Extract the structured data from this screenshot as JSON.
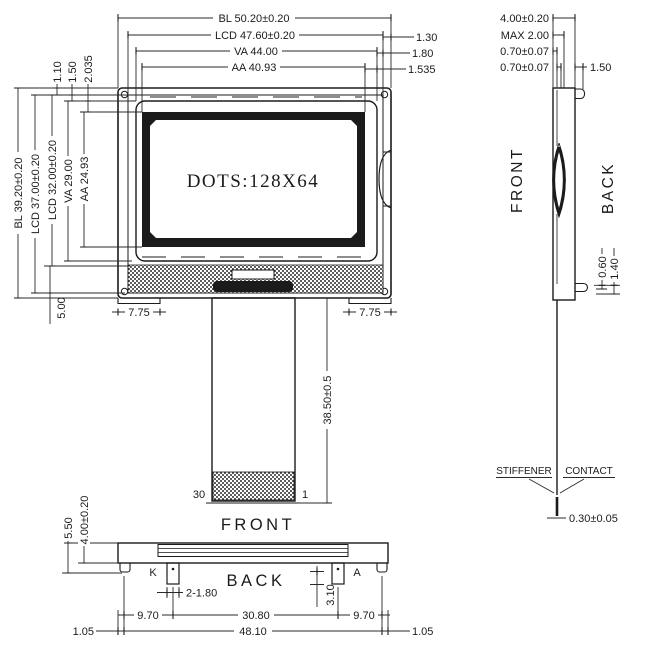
{
  "views": {
    "front": {
      "label": "FRONT",
      "display_text": "DOTS:128X64",
      "dims_top": [
        "BL 50.20±0.20",
        "LCD 47.60±0.20",
        "VA 44.00",
        "AA 40.93"
      ],
      "dims_top_right": [
        "1.30",
        "1.80",
        "1.535"
      ],
      "dims_left": [
        "BL 39.20±0.20",
        "LCD 37.00±0.20",
        "LCD 32.00±0.20",
        "VA 29.00",
        "AA 24.93"
      ],
      "dims_top_left": [
        "1.10",
        "1.50",
        "2.035"
      ],
      "dim_ledge": "5.00",
      "dim_tab_left": "7.75",
      "dim_tab_right": "7.75",
      "dim_fpc_length": "38.50±0.5",
      "fpc_pin_first": "30",
      "fpc_pin_last": "1"
    },
    "side": {
      "label_front": "FRONT",
      "label_back": "BACK",
      "dims_top": [
        "4.00±0.20",
        "MAX 2.00",
        "0.70±0.07",
        "0.70±0.07"
      ],
      "dim_tab": "1.50",
      "dim_fpc_exit": [
        "0.60",
        "1.40"
      ],
      "label_stiffener": "STIFFENER",
      "label_contact": "CONTACT",
      "dim_contact": "0.30±0.05"
    },
    "bottom": {
      "label": "BACK",
      "dim_total_height": "5.50",
      "dim_body_height": "4.00±0.20",
      "pin_cathode": "K",
      "pin_anode": "A",
      "dim_pins": "2-1.80",
      "dim_pin_offset": "3.10",
      "dim_span_left": "9.70",
      "dim_span_center": "30.80",
      "dim_span_right": "9.70",
      "dim_span_overall": "48.10",
      "dim_margin_left": "1.05",
      "dim_margin_right": "1.05"
    }
  },
  "colors": {
    "line": "#1b1b1b",
    "background": "#ffffff"
  }
}
